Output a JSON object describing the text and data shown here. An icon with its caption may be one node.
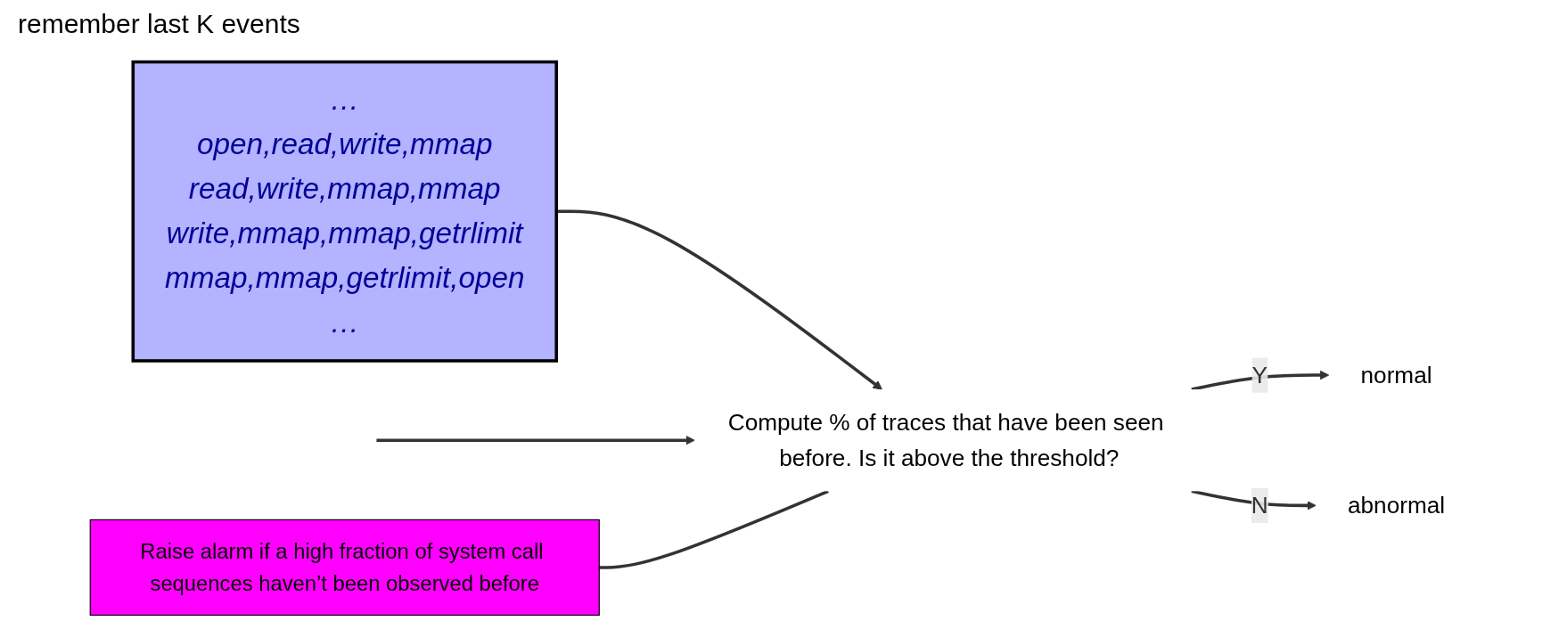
{
  "diagram": {
    "nodes": [
      {
        "text": [
          "…",
          "open,read,write,mmap",
          "read,write,mmap,mmap",
          "write,mmap,mmap,getrlimit",
          "mmap,mmap,getrlimit,open",
          "…"
        ]
      },
      {
        "text": [
          "Compute % of traces that have been seen before. Is it above the threshold?"
        ]
      },
      {
        "text": [
          "normal"
        ]
      },
      {
        "text": [
          "abnormal"
        ]
      },
      {
        "text": [
          "Raise alarm if a high fraction of system call sequences haven’t been observed before"
        ]
      }
    ],
    "edges": [
      {
        "from": 0,
        "to": 1,
        "arrow": "to"
      },
      {
        "from": 1,
        "to": 2,
        "arrow": "to",
        "label": "Y"
      },
      {
        "from": 1,
        "to": 3,
        "arrow": "to",
        "label": "N"
      },
      {
        "from": null,
        "to": 1,
        "arrow": "to"
      },
      {
        "from": 4,
        "to": 1,
        "arrow": "none"
      }
    ],
    "labels": [
      "remember last K events"
    ]
  }
}
